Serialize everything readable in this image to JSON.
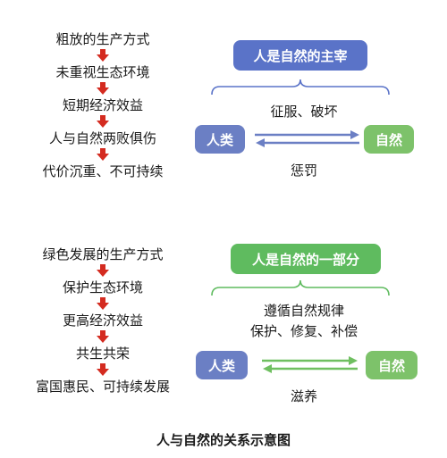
{
  "diagram1": {
    "steps": [
      "粗放的生产方式",
      "未重视生态环境",
      "短期经济效益",
      "人与自然两败俱伤",
      "代价沉重、不可持续"
    ],
    "top_label": "人是自然的主宰",
    "left_node": "人类",
    "right_node": "自然",
    "top_relation": "征服、破坏",
    "bottom_relation": "惩罚"
  },
  "diagram2": {
    "steps": [
      "绿色发展的生产方式",
      "保护生态环境",
      "更高经济效益",
      "共生共荣",
      "富国惠民、可持续发展"
    ],
    "top_label": "人是自然的一部分",
    "left_node": "人类",
    "right_node": "自然",
    "top_relation_line1": "遵循自然规律",
    "top_relation_line2": "保护、修复、补偿",
    "bottom_relation": "滋养"
  },
  "caption": "人与自然的关系示意图",
  "colors": {
    "arrow_red": "#d42b20",
    "blue_box": "#6b7fc4",
    "blue_header": "#5a73c8",
    "green_box": "#7dc26a",
    "green_header": "#5fbb5f"
  }
}
